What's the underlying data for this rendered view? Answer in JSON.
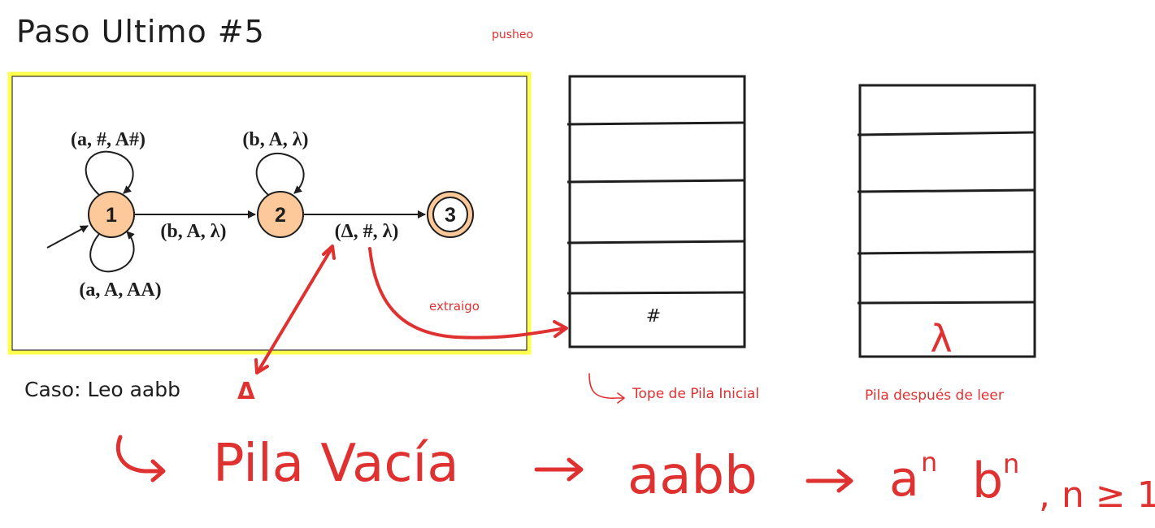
{
  "page": {
    "title": "Paso Ultimo #5",
    "case_text": "Caso: Leo aabb",
    "case_symbol": "Δ"
  },
  "automaton": {
    "states": [
      {
        "id": "1",
        "label": "1",
        "initial": true,
        "final": false
      },
      {
        "id": "2",
        "label": "2",
        "initial": false,
        "final": false
      },
      {
        "id": "3",
        "label": "3",
        "initial": false,
        "final": true
      }
    ],
    "transitions": [
      {
        "from": "1",
        "to": "1",
        "label": "(a, #, A#)"
      },
      {
        "from": "1",
        "to": "1",
        "label": "(a, A, AA)"
      },
      {
        "from": "1",
        "to": "2",
        "label": "(b, A, λ)"
      },
      {
        "from": "2",
        "to": "2",
        "label": "(b, A, λ)"
      },
      {
        "from": "2",
        "to": "3",
        "label": "(Δ, #, λ)"
      }
    ]
  },
  "annotations": {
    "pusheo": "pusheo",
    "extraigo": "extraigo",
    "tope_label": "Tope de Pila Inicial",
    "after_label": "Pila después de leer"
  },
  "stacks": {
    "initial": {
      "cells": [
        "",
        "",
        "",
        "",
        "#"
      ]
    },
    "after": {
      "cells": [
        "",
        "",
        "",
        "",
        "λ"
      ]
    }
  },
  "conclusion": {
    "part1": "Pila Vacía",
    "part2": "aabb",
    "part3": "a",
    "sup3": "n",
    "part4": "b",
    "sup4": "n",
    "part5": ", n ≥ 1"
  },
  "colors": {
    "ink": "#1e1e1e",
    "red": "#e03131",
    "highlight": "#ffff4d",
    "state_fill": "#fdc99a"
  }
}
